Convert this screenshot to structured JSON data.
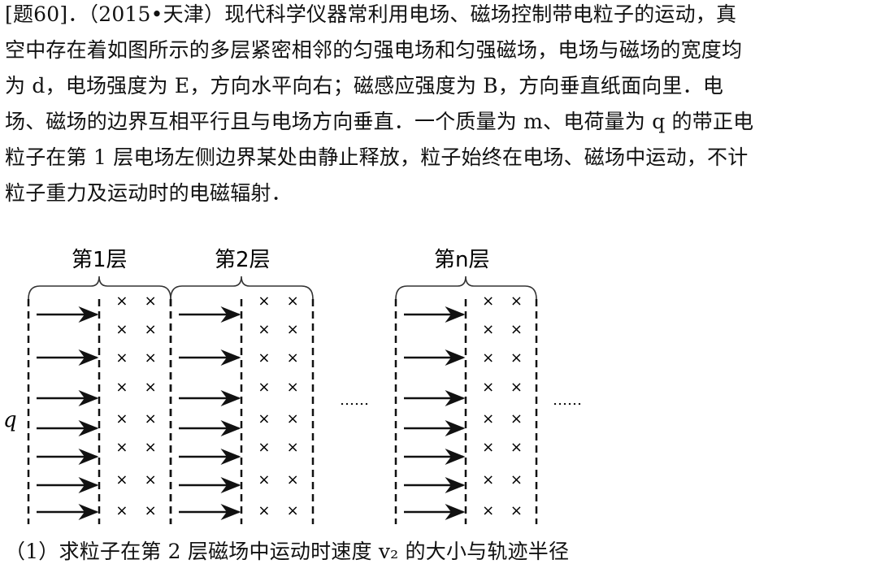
{
  "problem": {
    "lines": [
      "[题60]．（2015•天津）现代科学仪器常利用电场、磁场控制带电粒子的运动，真",
      "空中存在着如图所示的多层紧密相邻的匀强电场和匀强磁场，电场与磁场的宽度均",
      "为 d，电场强度为 E，方向水平向右；磁感应强度为 B，方向垂直纸面向里．电",
      "场、磁场的边界互相平行且与电场方向垂直．一个质量为 m、电荷量为 q 的带正电",
      "粒子在第 1 层电场左侧边界某处由静止释放，粒子始终在电场、磁场中运动，不计",
      "粒子重力及运动时的电磁辐射．"
    ],
    "question_1": "（1）求粒子在第 2 层磁场中运动时速度 v₂ 的大小与轨迹半径"
  },
  "diagram": {
    "layer_labels": [
      "第1层",
      "第2层",
      "第n层"
    ],
    "charge_label": "q",
    "ellipsis_1": "……",
    "ellipsis_2": "……"
  }
}
